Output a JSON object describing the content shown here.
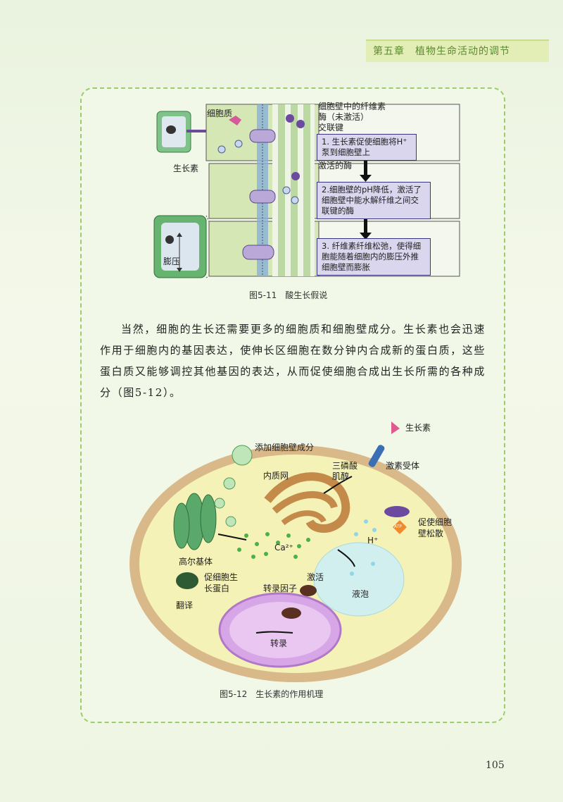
{
  "header": {
    "chapter_title": "第五章　植物生命活动的调节"
  },
  "figure_5_11": {
    "caption": "图5-11　酸生长假说",
    "labels": {
      "cytoplasm": "细胞质",
      "auxin": "生长素",
      "cellulose": "细胞壁中的纤维素",
      "enzyme_inactive": "酶（未激活）",
      "crosslink": "交联键",
      "activated_enzyme": "激活的酶",
      "swelling": "膨压"
    },
    "steps": [
      "1. 生长素促使细胞将H⁺泵到细胞壁上",
      "2.细胞壁的pH降低，激活了细胞壁中能水解纤维之间交联键的酶",
      "3. 纤维素纤维松弛，使得细胞能随着细胞内的膨压外推细胞壁而膨胀"
    ]
  },
  "paragraph": "当然，细胞的生长还需要更多的细胞质和细胞壁成分。生长素也会迅速作用于细胞内的基因表达，使伸长区细胞在数分钟内合成新的蛋白质，这些蛋白质又能够调控其他基因的表达，从而促使细胞合成出生长所需的各种成分（图5-12）。",
  "figure_5_12": {
    "caption": "图5-12　生长素的作用机理",
    "labels": {
      "auxin": "生长素",
      "add_wall": "添加细胞壁成分",
      "er": "内质网",
      "ip3_line1": "三磷酸",
      "ip3_line2": "肌醇",
      "receptor": "激素受体",
      "loosen_line1": "促使细胞",
      "loosen_line2": "壁松散",
      "hplus": "H⁺",
      "ca": "Ca²⁺",
      "golgi": "高尔基体",
      "protein_line1": "促细胞生",
      "protein_line2": "长蛋白",
      "activate": "激活",
      "tf": "转录因子",
      "translate": "翻译",
      "vacuole": "液泡",
      "transcribe": "转录",
      "atp": "ATP"
    }
  },
  "page_number": "105",
  "colors": {
    "accent": "#5a8a2e",
    "box_border": "#9ccc6c",
    "step_box": "#d9d6ee",
    "cell_wall": "#d9b98a"
  }
}
